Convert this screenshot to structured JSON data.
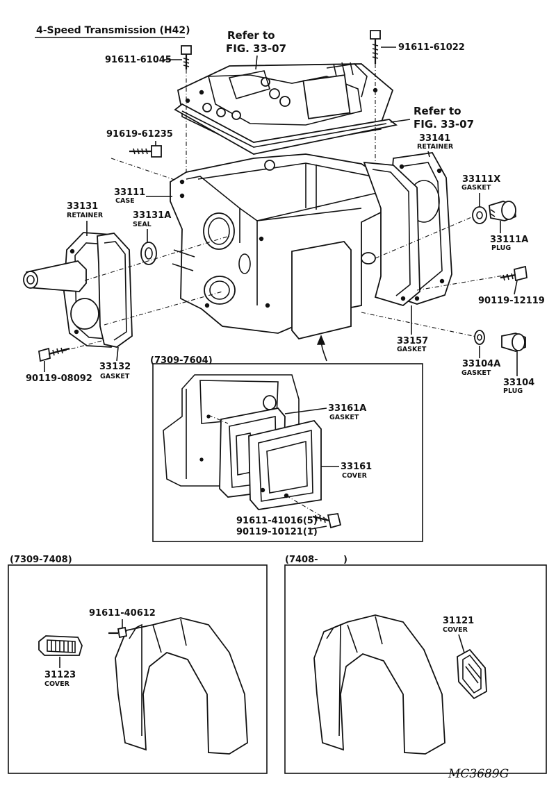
{
  "title": "4-Speed Transmission (H42)",
  "refs": {
    "ref1_line1": "Refer to",
    "ref1_line2": "FIG. 33-07",
    "ref2_line1": "Refer to",
    "ref2_line2": "FIG. 33-07"
  },
  "parts": {
    "p_91611_61045": "91611-61045",
    "p_91611_61022": "91611-61022",
    "p_91619_61235": "91619-61235",
    "p_33141": "33141",
    "p_33141_name": "RETAINER",
    "p_33111x": "33111X",
    "p_33111x_name": "GASKET",
    "p_33111": "33111",
    "p_33111_name": "CASE",
    "p_33131": "33131",
    "p_33131_name": "RETAINER",
    "p_33131a": "33131A",
    "p_33131a_name": "SEAL",
    "p_33111a": "33111A",
    "p_33111a_name": "PLUG",
    "p_90119_12119": "90119-12119",
    "p_33157": "33157",
    "p_33157_name": "GASKET",
    "p_33104a": "33104A",
    "p_33104a_name": "GASKET",
    "p_33104": "33104",
    "p_33104_name": "PLUG",
    "p_90119_08092": "90119-08092",
    "p_33132": "33132",
    "p_33132_name": "GASKET"
  },
  "inset_center": {
    "period": "(7309-7604)",
    "p_33161a": "33161A",
    "p_33161a_name": "GASKET",
    "p_33161": "33161",
    "p_33161_name": "COVER",
    "p_bolt1": "91611-41016(5)",
    "p_bolt2": "90119-10121(1)"
  },
  "inset_left": {
    "period": "(7309-7408)",
    "p_91611_40612": "91611-40612",
    "p_31123": "31123",
    "p_31123_name": "COVER"
  },
  "inset_right": {
    "period": "(7408-",
    "period_close": ")",
    "p_31121": "31121",
    "p_31121_name": "COVER"
  },
  "figure_code": "MC3689G"
}
